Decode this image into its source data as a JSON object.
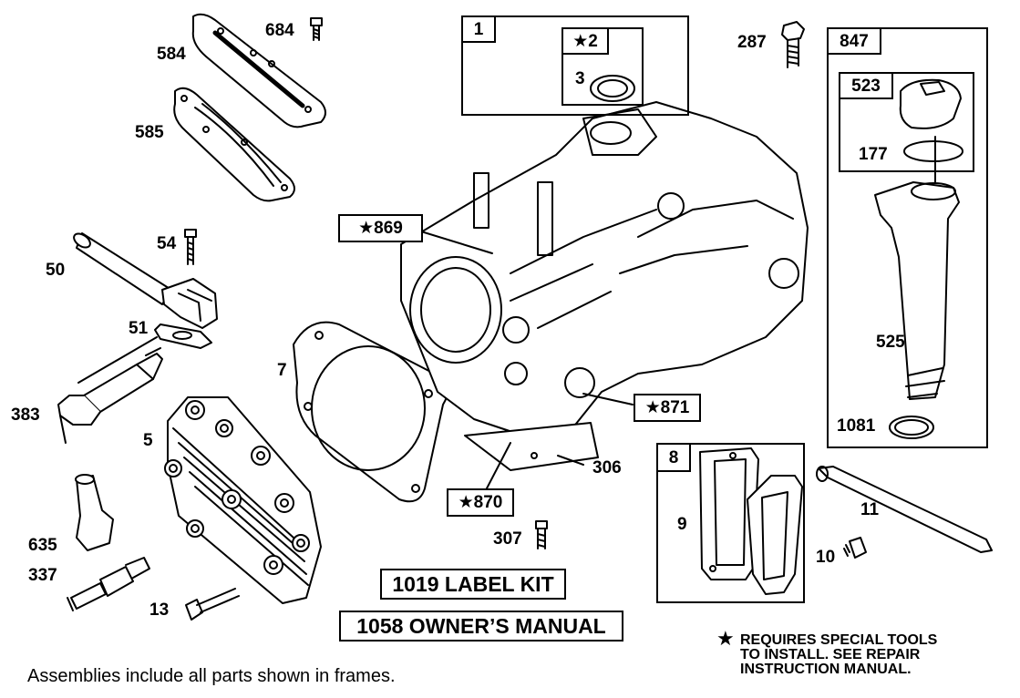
{
  "callouts": {
    "p684": "684",
    "p584": "584",
    "p585": "585",
    "p54": "54",
    "p50": "50",
    "p51": "51",
    "p383": "383",
    "p5": "5",
    "p635": "635",
    "p337": "337",
    "p13": "13",
    "p7": "7",
    "p3": "3",
    "p287": "287",
    "p177": "177",
    "p525": "525",
    "p1081": "1081",
    "p306": "306",
    "p307": "307",
    "p9": "9",
    "p11": "11",
    "p10": "10"
  },
  "frames": {
    "f1": "1",
    "f847": "847",
    "f523": "523",
    "f8": "8",
    "f2": "★2"
  },
  "special": {
    "s869": "★869",
    "s871": "★871",
    "s870": "★870"
  },
  "kits": {
    "label_kit": "1019 LABEL KIT",
    "owners_manual": "1058 OWNER’S MANUAL"
  },
  "footer": {
    "assemblies_note": "Assemblies include all parts shown in frames.",
    "warning_star": "★",
    "warning_line1": "REQUIRES SPECIAL TOOLS",
    "warning_line2": "TO INSTALL.  SEE REPAIR",
    "warning_line3": "INSTRUCTION MANUAL."
  }
}
